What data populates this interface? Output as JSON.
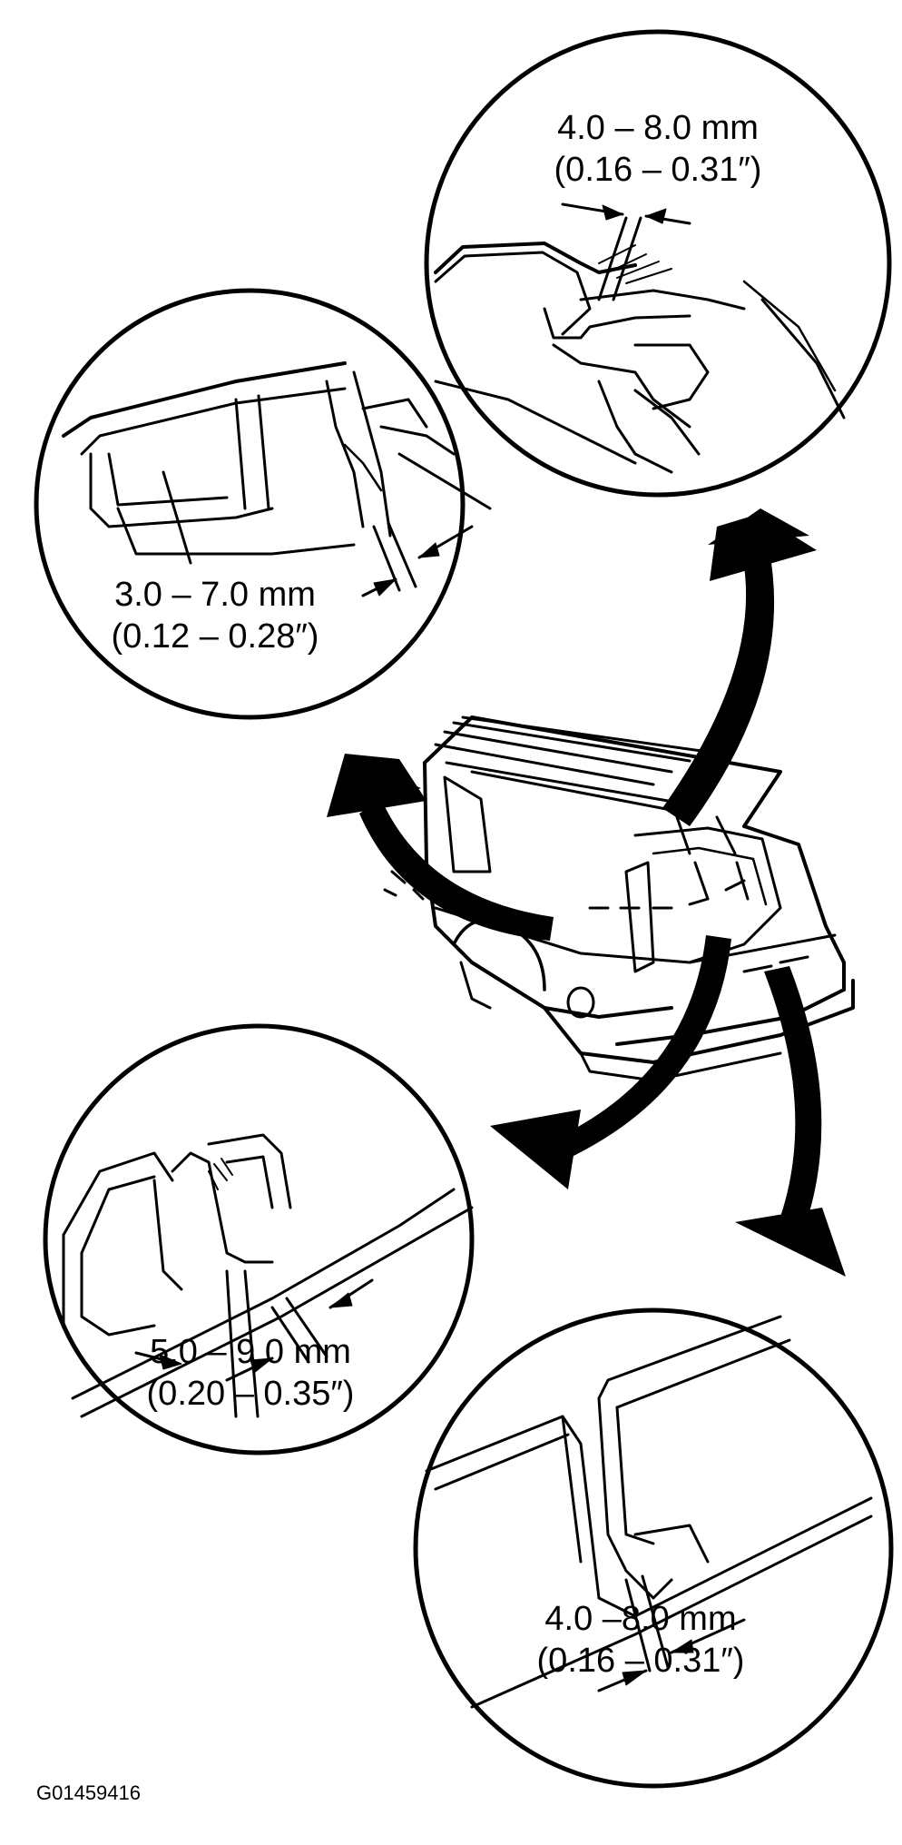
{
  "callouts": {
    "top_right": {
      "metric": "4.0  –  8.0 mm",
      "imperial": "(0.16  –  0.31″)"
    },
    "left_upper": {
      "metric": "3.0  –  7.0 mm",
      "imperial": "(0.12  –  0.28″)"
    },
    "left_lower": {
      "metric": "5.0  –  9.0 mm",
      "imperial": "(0.20  –  0.35″)"
    },
    "bottom_right": {
      "metric": "4.0  –8.0 mm",
      "imperial": "(0.16  –  0.31″)"
    }
  },
  "figure_code": "G01459416",
  "colors": {
    "ink": "#000000",
    "paper": "#ffffff"
  }
}
